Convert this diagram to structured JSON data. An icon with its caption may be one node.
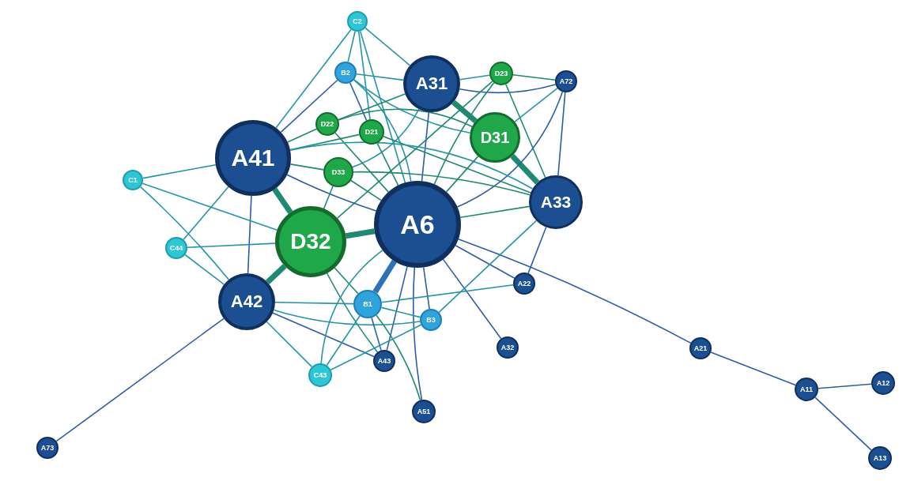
{
  "diagram": {
    "nodes": [
      {
        "text": [
          "C2"
        ]
      },
      {
        "text": [
          "B2"
        ]
      },
      {
        "text": [
          "A31"
        ]
      },
      {
        "text": [
          "D23"
        ]
      },
      {
        "text": [
          "A72"
        ]
      },
      {
        "text": [
          "D22"
        ]
      },
      {
        "text": [
          "D21"
        ]
      },
      {
        "text": [
          "D31"
        ]
      },
      {
        "text": [
          "A41"
        ]
      },
      {
        "text": [
          "D33"
        ]
      },
      {
        "text": [
          "C1"
        ]
      },
      {
        "text": [
          "A33"
        ]
      },
      {
        "text": [
          "A6"
        ]
      },
      {
        "text": [
          "D32"
        ]
      },
      {
        "text": [
          "C44"
        ]
      },
      {
        "text": [
          "A22"
        ]
      },
      {
        "text": [
          "B1"
        ]
      },
      {
        "text": [
          "A42"
        ]
      },
      {
        "text": [
          "B3"
        ]
      },
      {
        "text": [
          "A32"
        ]
      },
      {
        "text": [
          "A21"
        ]
      },
      {
        "text": [
          "A43"
        ]
      },
      {
        "text": [
          "C43"
        ]
      },
      {
        "text": [
          "A11"
        ]
      },
      {
        "text": [
          "A12"
        ]
      },
      {
        "text": [
          "A51"
        ]
      },
      {
        "text": [
          "A73"
        ]
      },
      {
        "text": [
          "A13"
        ]
      }
    ],
    "edges": [
      {
        "from": 0,
        "to": 1,
        "arrow": "none"
      },
      {
        "from": 0,
        "to": 8,
        "arrow": "none"
      },
      {
        "from": 0,
        "to": 2,
        "arrow": "none"
      },
      {
        "from": 0,
        "to": 6,
        "arrow": "none"
      },
      {
        "from": 0,
        "to": 12,
        "arrow": "none"
      },
      {
        "from": 1,
        "to": 8,
        "arrow": "none",
        "color": "#2c5ea8"
      },
      {
        "from": 1,
        "to": 2,
        "arrow": "none"
      },
      {
        "from": 1,
        "to": 6,
        "arrow": "none",
        "color": "#2c5ea8"
      },
      {
        "from": 1,
        "to": 12,
        "arrow": "none"
      },
      {
        "from": 1,
        "to": 7,
        "arrow": "none"
      },
      {
        "from": 2,
        "to": 7,
        "arrow": "none",
        "style": "thick",
        "color": "#1e8a72"
      },
      {
        "from": 7,
        "to": 11,
        "arrow": "none",
        "style": "thick",
        "color": "#1e8a72"
      },
      {
        "from": 2,
        "to": 12,
        "arrow": "none",
        "color": "#2c5ea8"
      },
      {
        "from": 2,
        "to": 3,
        "arrow": "none"
      },
      {
        "from": 2,
        "to": 9,
        "arrow": "none"
      },
      {
        "from": 2,
        "to": 5,
        "arrow": "none",
        "color": "#1e8a72"
      },
      {
        "from": 2,
        "to": 4,
        "arrow": "none",
        "color": "#2c5ea8"
      },
      {
        "from": 3,
        "to": 4,
        "arrow": "none",
        "color": "#1e8a72"
      },
      {
        "from": 3,
        "to": 12,
        "arrow": "none",
        "color": "#1e8a72"
      },
      {
        "from": 3,
        "to": 11,
        "arrow": "none",
        "color": "#1e8a72"
      },
      {
        "from": 3,
        "to": 13,
        "arrow": "none",
        "color": "#1e8a72"
      },
      {
        "from": 4,
        "to": 11,
        "arrow": "none",
        "color": "#2c5ea8"
      },
      {
        "from": 4,
        "to": 12,
        "arrow": "none",
        "color": "#2c5ea8"
      },
      {
        "from": 4,
        "to": 7,
        "arrow": "none"
      },
      {
        "from": 5,
        "to": 8,
        "arrow": "none",
        "color": "#1e8a72"
      },
      {
        "from": 5,
        "to": 12,
        "arrow": "none",
        "color": "#1e8a72"
      },
      {
        "from": 5,
        "to": 7,
        "arrow": "none",
        "color": "#1e8a72"
      },
      {
        "from": 6,
        "to": 8,
        "arrow": "none",
        "color": "#1e8a72"
      },
      {
        "from": 6,
        "to": 12,
        "arrow": "none",
        "color": "#1e8a72"
      },
      {
        "from": 6,
        "to": 11,
        "arrow": "none",
        "color": "#1e8a72"
      },
      {
        "from": 8,
        "to": 13,
        "arrow": "none",
        "style": "thick",
        "color": "#1e8a72"
      },
      {
        "from": 8,
        "to": 12,
        "arrow": "none",
        "color": "#2c5ea8"
      },
      {
        "from": 8,
        "to": 9,
        "arrow": "none",
        "color": "#1e8a72"
      },
      {
        "from": 8,
        "to": 10,
        "arrow": "none"
      },
      {
        "from": 8,
        "to": 17,
        "arrow": "none",
        "color": "#2c5ea8"
      },
      {
        "from": 8,
        "to": 14,
        "arrow": "none"
      },
      {
        "from": 8,
        "to": 11,
        "arrow": "none"
      },
      {
        "from": 9,
        "to": 12,
        "arrow": "none",
        "color": "#1e8a72"
      },
      {
        "from": 9,
        "to": 11,
        "arrow": "none",
        "color": "#1e8a72"
      },
      {
        "from": 9,
        "to": 13,
        "arrow": "none",
        "color": "#1e8a72"
      },
      {
        "from": 10,
        "to": 17,
        "arrow": "none"
      },
      {
        "from": 10,
        "to": 13,
        "arrow": "none"
      },
      {
        "from": 14,
        "to": 17,
        "arrow": "none"
      },
      {
        "from": 14,
        "to": 13,
        "arrow": "none"
      },
      {
        "from": 12,
        "to": 13,
        "arrow": "none",
        "style": "thick",
        "color": "#1e8a72"
      },
      {
        "from": 12,
        "to": 11,
        "arrow": "none",
        "color": "#1e8a72"
      },
      {
        "from": 12,
        "to": 16,
        "arrow": "none",
        "style": "thick",
        "color": "#2a73b8"
      },
      {
        "from": 12,
        "to": 15,
        "arrow": "none",
        "color": "#2c5ea8"
      },
      {
        "from": 12,
        "to": 19,
        "arrow": "none",
        "color": "#2c5ea8"
      },
      {
        "from": 12,
        "to": 20,
        "arrow": "none",
        "color": "#2c5ea8"
      },
      {
        "from": 12,
        "to": 18,
        "arrow": "none",
        "color": "#2c5ea8"
      },
      {
        "from": 12,
        "to": 21,
        "arrow": "none",
        "color": "#2c5ea8"
      },
      {
        "from": 12,
        "to": 25,
        "arrow": "none",
        "color": "#2c5ea8"
      },
      {
        "from": 12,
        "to": 7,
        "arrow": "none",
        "color": "#1e8a72"
      },
      {
        "from": 11,
        "to": 15,
        "arrow": "none",
        "color": "#2c5ea8"
      },
      {
        "from": 11,
        "to": 18,
        "arrow": "none"
      },
      {
        "from": 13,
        "to": 17,
        "arrow": "none",
        "style": "thick",
        "color": "#1e8a72"
      },
      {
        "from": 13,
        "to": 16,
        "arrow": "none",
        "color": "#1e8a72"
      },
      {
        "from": 13,
        "to": 21,
        "arrow": "none",
        "color": "#1e8a72"
      },
      {
        "from": 17,
        "to": 16,
        "arrow": "none"
      },
      {
        "from": 17,
        "to": 22,
        "arrow": "none"
      },
      {
        "from": 17,
        "to": 21,
        "arrow": "none",
        "color": "#2c5ea8"
      },
      {
        "from": 17,
        "to": 26,
        "arrow": "none",
        "color": "#2c5ea8"
      },
      {
        "from": 17,
        "to": 18,
        "arrow": "none"
      },
      {
        "from": 16,
        "to": 15,
        "arrow": "none"
      },
      {
        "from": 16,
        "to": 25,
        "arrow": "none",
        "color": "#1e8a72"
      },
      {
        "from": 16,
        "to": 22,
        "arrow": "none"
      },
      {
        "from": 16,
        "to": 21,
        "arrow": "none",
        "color": "#2c5ea8"
      },
      {
        "from": 16,
        "to": 18,
        "arrow": "none"
      },
      {
        "from": 22,
        "to": 18,
        "arrow": "none"
      },
      {
        "from": 22,
        "to": 12,
        "arrow": "none"
      },
      {
        "from": 20,
        "to": 23,
        "arrow": "none",
        "color": "#2c5ea8"
      },
      {
        "from": 23,
        "to": 24,
        "arrow": "none",
        "color": "#2c5ea8"
      },
      {
        "from": 23,
        "to": 27,
        "arrow": "none",
        "color": "#2c5ea8"
      }
    ]
  }
}
